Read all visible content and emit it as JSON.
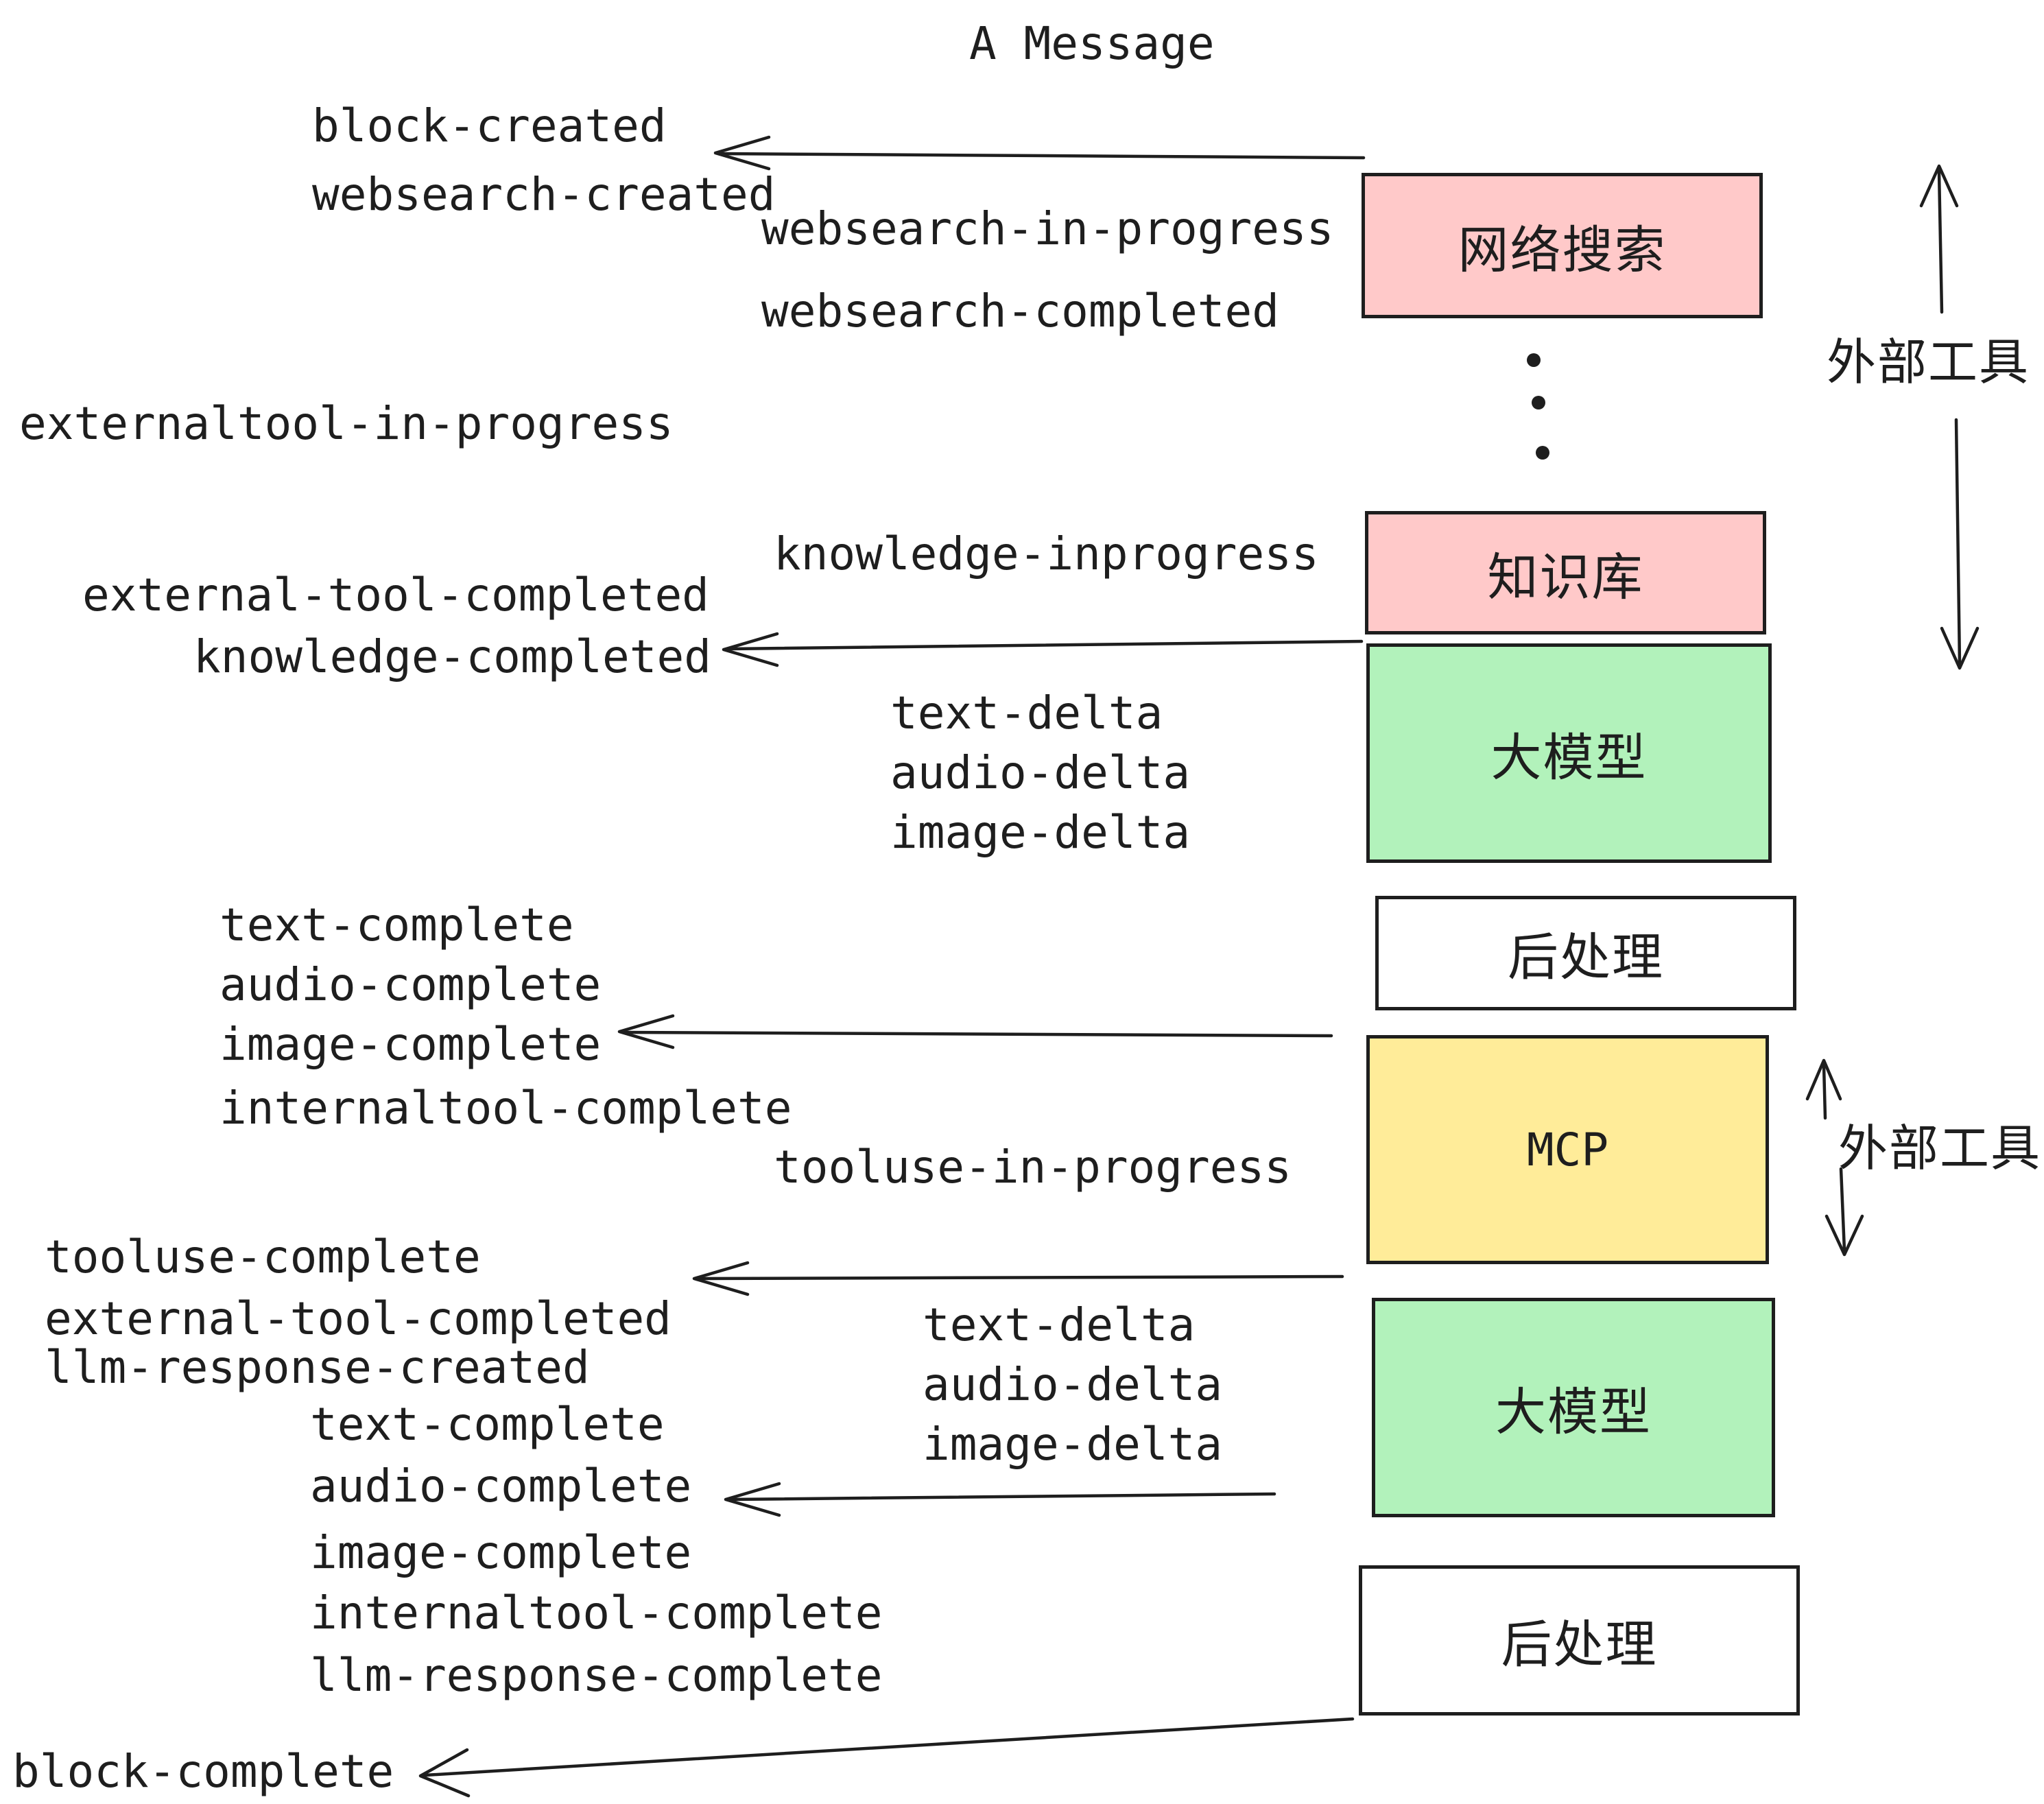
{
  "title": "A Message",
  "colors": {
    "box_pink": "#ffc9c9",
    "box_green": "#b2f2bb",
    "box_yellow": "#ffec99",
    "box_white": "#ffffff",
    "stroke": "#1e1e1e"
  },
  "events": {
    "block_created": "block-created",
    "websearch_created": "websearch-created",
    "websearch_in_progress": "websearch-in-progress",
    "websearch_completed": "websearch-completed",
    "externaltool_in_progress": "externaltool-in-progress",
    "knowledge_inprogress": "knowledge-inprogress",
    "external_tool_completed": "external-tool-completed",
    "knowledge_completed": "knowledge-completed",
    "text_delta": "text-delta",
    "audio_delta": "audio-delta",
    "image_delta": "image-delta",
    "text_complete": "text-complete",
    "audio_complete": "audio-complete",
    "image_complete": "image-complete",
    "internaltool_complete": "internaltool-complete",
    "tooluse_in_progress": "tooluse-in-progress",
    "tooluse_complete": "tooluse-complete",
    "llm_response_created": "llm-response-created",
    "llm_response_complete": "llm-response-complete",
    "block_complete": "block-complete"
  },
  "components": {
    "web_search": "网络搜索",
    "knowledge_base": "知识库",
    "llm": "大模型",
    "post_processing": "后处理",
    "mcp": "MCP"
  },
  "annotations": {
    "external_tools": "外部工具"
  }
}
